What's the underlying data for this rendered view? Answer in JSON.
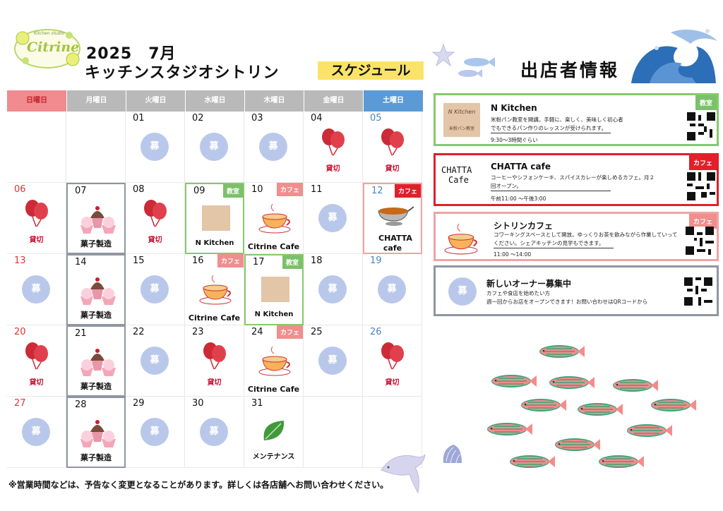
{
  "header": {
    "logo_small": "Kitchen studio",
    "logo_name": "Citrine",
    "year_month": "2025　7月",
    "title": "キッチンスタジオシトリン",
    "badge": "スケジュール",
    "right_title": "出店者情報"
  },
  "weekdays": [
    "日曜日",
    "月曜日",
    "火曜日",
    "水曜日",
    "木曜日",
    "金曜日",
    "土曜日"
  ],
  "colors": {
    "sun": "#f08b8f",
    "weekday": "#b9b9b9",
    "sat": "#5a9ad6"
  },
  "labels": {
    "bosyu": "募",
    "kashikiri": "貸切",
    "kashi": "菓子製造",
    "nk": "N Kitchen",
    "cafe": "Citrine Cafe",
    "chatta": "CHATTA cafe",
    "maint": "メンテナンス",
    "tag_kyoshitsu": "教室",
    "tag_cafe": "カフェ"
  },
  "days": {
    "d01": "01",
    "d02": "02",
    "d03": "03",
    "d04": "04",
    "d05": "05",
    "d06": "06",
    "d07": "07",
    "d08": "08",
    "d09": "09",
    "d10": "10",
    "d11": "11",
    "d12": "12",
    "d13": "13",
    "d14": "14",
    "d15": "15",
    "d16": "16",
    "d17": "17",
    "d18": "18",
    "d19": "19",
    "d20": "20",
    "d21": "21",
    "d22": "22",
    "d23": "23",
    "d24": "24",
    "d25": "25",
    "d26": "26",
    "d27": "27",
    "d28": "28",
    "d29": "29",
    "d30": "30",
    "d31": "31"
  },
  "footnote": "※営業時間などは、予告なく変更となることがあります。詳しくは各店舗へお問い合わせください。",
  "shops": [
    {
      "name": "N Kitchen",
      "tag": "教室",
      "desc": "米粉パン教室を開講。手軽に、楽しく、美味しく初心者でもできるパン作りのレッスンが受けられます。",
      "hours": "9:30〜3時間ぐらい",
      "img_text": "N Kitchen",
      "img_sub": "米粉パン教室"
    },
    {
      "name": "CHATTA  cafe",
      "tag": "カフェ",
      "desc": "コーヒーやシフォンケーキ、スパイスカレーが楽しめるカフェ。月２回オープン。",
      "hours": "午前11:00 〜午後3:00",
      "img_text1": "CHATTA",
      "img_text2": "Cafe"
    },
    {
      "name": "シトリンカフェ",
      "tag": "カフェ",
      "desc": "コワーキングスペースとして開放。ゆっくりお茶を飲みながら作業していってください。シェアキッチンの見学もできます。",
      "hours": "11:00 〜14:00"
    },
    {
      "name": "新しいオーナー募集中",
      "desc": "カフェや食店を始めたい方\n週一回からお店をオープンできます！お問い合わせはQRコードから"
    }
  ]
}
